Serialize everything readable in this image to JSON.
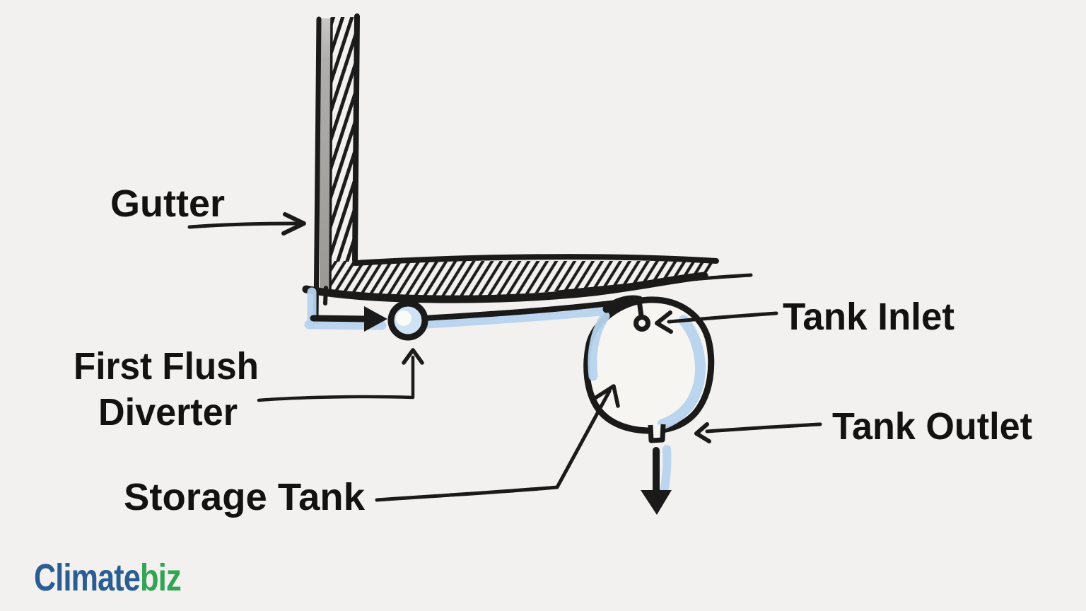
{
  "diagram": {
    "title_context": "hand-drawn rainwater harvesting sketch",
    "background_color": "#f2f1ef",
    "ink_color": "#1a1a1a",
    "water_highlight_color": "#b7d3ee",
    "downspout_gray_color": "#a3a29f",
    "labels": {
      "gutter": "Gutter",
      "first_flush_line1": "First Flush",
      "first_flush_line2": "Diverter",
      "storage_tank": "Storage Tank",
      "tank_inlet": "Tank Inlet",
      "tank_outlet": "Tank Outlet"
    },
    "icons": {
      "flow_right_arrow": "thick filled right arrow (water flow from downspout)",
      "flow_down_arrow": "thick filled down arrow (water leaving tank outlet)",
      "leader_arrow": "thin hand-drawn pointer arrow"
    }
  },
  "logo": {
    "text_primary": "Climate",
    "text_secondary": "biz",
    "color_primary": "#2a5d94",
    "color_secondary": "#33a453"
  }
}
